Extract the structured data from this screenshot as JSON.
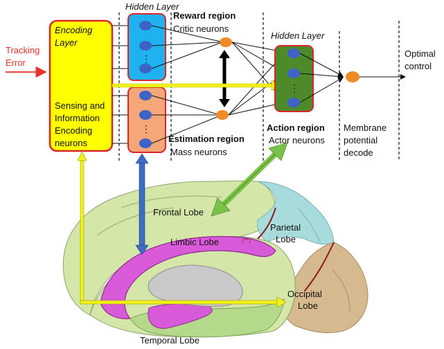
{
  "input": {
    "line1": "Tracking",
    "line2": "Error",
    "arrow_color": "#e8322b"
  },
  "encoding_layer": {
    "title_line1": "Encoding",
    "title_line2": "Layer",
    "desc_line1": "Sensing and",
    "desc_line2": "Information",
    "desc_line3": "Encoding",
    "desc_line4": "neurons",
    "fill": "#ffff00",
    "border": "#d9262b"
  },
  "hidden_layer_1": {
    "label": "Hidden Layer"
  },
  "hidden_layer_2": {
    "label": "Hidden Layer"
  },
  "reward_region": {
    "title": "Reward region",
    "subtitle": "Critic neurons",
    "fill": "#1fb2f0"
  },
  "estimation_region": {
    "title": "Estimation region",
    "subtitle": "Mass neurons",
    "fill": "#f6a77a"
  },
  "action_region": {
    "title": "Action region",
    "subtitle": "Actor neurons",
    "fill": "#4f8a2a"
  },
  "membrane": {
    "line1": "Membrane",
    "line2": "potential",
    "line3": "decode"
  },
  "output": {
    "line1": "Optimal",
    "line2": "control"
  },
  "ellipsis": "⋮",
  "brain": {
    "frontal_lobe": "Frontal Lobe",
    "parietal_lobe_line1": "Parietal",
    "parietal_lobe_line2": "Lobe",
    "limbic_lobe": "Limbic Lobe",
    "occipital_lobe_line1": "Occipital",
    "occipital_lobe_line2": "Lobe",
    "temporal_lobe": "Temporal Lobe",
    "limbic_mark": "(**)"
  },
  "colors": {
    "neuron": "#3d63c9",
    "hub": "#f08a24",
    "frontal": "#d4e6a8",
    "parietal": "#a8dcdc",
    "limbic": "#d85ad8",
    "occipital": "#d6b98e",
    "temporal": "#b4d98a",
    "connector_yellow": "#f2f21a",
    "connector_blue": "#3c6cc4",
    "connector_green": "#7ac24a"
  }
}
